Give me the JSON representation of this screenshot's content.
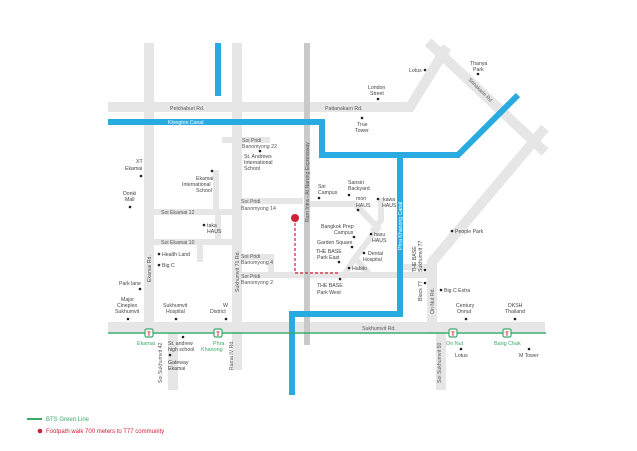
{
  "colors": {
    "road": "#e6e6e7",
    "expressway": "#c9c9ca",
    "canal": "#29abe2",
    "bts": "#3aaa6a",
    "footpath": "#d0203a"
  },
  "roads": {
    "petchaburi": "Petchaburi Rd.",
    "pattanakarn": "Pattanakarn Rd.",
    "srinakarin": "Srinakarin Rd",
    "sukhumvit": "Sukhumvit Rd.",
    "ekamai": "Ekamai Rd.",
    "sukhumvit71": "Sukhumvit 71 Rd.",
    "rama4": "Rama IV Rd.",
    "sukhumvit42": "Soi Sukhumvit 42",
    "sukhumvit50": "Soi Sukhumvit 50",
    "onnut": "On Nut Rd.",
    "expressway": "Ram Intra - At Narong Expressway",
    "ekamai12": "Soi Ekamai 12",
    "ekamai10": "Soi Ekamai 10",
    "pridi22": [
      "Soi Pridi",
      "Banomyong 22"
    ],
    "pridi14": [
      "Soi Pridi",
      "Banomyong 14"
    ],
    "pridi4": [
      "Soi Pridi",
      "Banomyong 4"
    ],
    "pridi2": [
      "Soi Pridi",
      "Banomyong 2"
    ]
  },
  "canals": {
    "klongton": "Klongton Canal",
    "phrakhanong": "Phra Khanong Canal"
  },
  "places": {
    "lotus_n": "Lotus",
    "thanya": [
      "Thanya",
      "Park"
    ],
    "london": [
      "London",
      "Street"
    ],
    "true_tower": [
      "True",
      "Tower"
    ],
    "st_andrews": [
      "St. Andrews",
      "International",
      "School"
    ],
    "xt": [
      "XT",
      "Ekamai"
    ],
    "donki": [
      "Donki",
      "Mall"
    ],
    "ekamai_school": [
      "Ekamai",
      "International",
      "School"
    ],
    "siri": [
      "Siri",
      "Campus"
    ],
    "sansiri": [
      "Sansiri",
      "Backyard"
    ],
    "mori": [
      "mori",
      "HAUS"
    ],
    "kawa": [
      "kawa",
      "HAUS"
    ],
    "taka": [
      "taka",
      "HAUS"
    ],
    "hasu": [
      "hasu",
      "HAUS"
    ],
    "bangkok_prep": [
      "Bangkok Prep",
      "Campus"
    ],
    "garden": "Garden Square",
    "base_east": [
      "THE BASE",
      "Park East"
    ],
    "dental": [
      "Dental",
      "Hospital"
    ],
    "habito": "Habito",
    "base_west": [
      "THE BASE",
      "Park West"
    ],
    "health_land": "Health Land",
    "big_c": "Big C",
    "park_lane": "Park lane",
    "major": [
      "Major",
      "Cineplex",
      "Sukhumvit"
    ],
    "sukhumvit_hosp": [
      "Sukhumvit",
      "Hospital"
    ],
    "w_district": [
      "W",
      "District"
    ],
    "st_andrew_high": [
      "St. andrew",
      "high school"
    ],
    "gateway": [
      "Gateway",
      "Ekamai"
    ],
    "people_park": "People Park",
    "base_77": [
      "THE BASE",
      "Sukhumvit 77"
    ],
    "blocs": "Blocs 77",
    "big_c_extra": "Big C Extra",
    "century": [
      "Century",
      "Onnut"
    ],
    "dksh": [
      "DKSH",
      "Thailand"
    ],
    "lotus_s": "Lotus",
    "m_tower": "M Tower"
  },
  "stations": [
    "Ekamai",
    [
      "Phra",
      "Khanong"
    ],
    "On Nut",
    "Bang Chak"
  ],
  "legend": {
    "bts": "BTS Green Line",
    "footpath": "Footpath walk 700 meters to T77 community"
  }
}
